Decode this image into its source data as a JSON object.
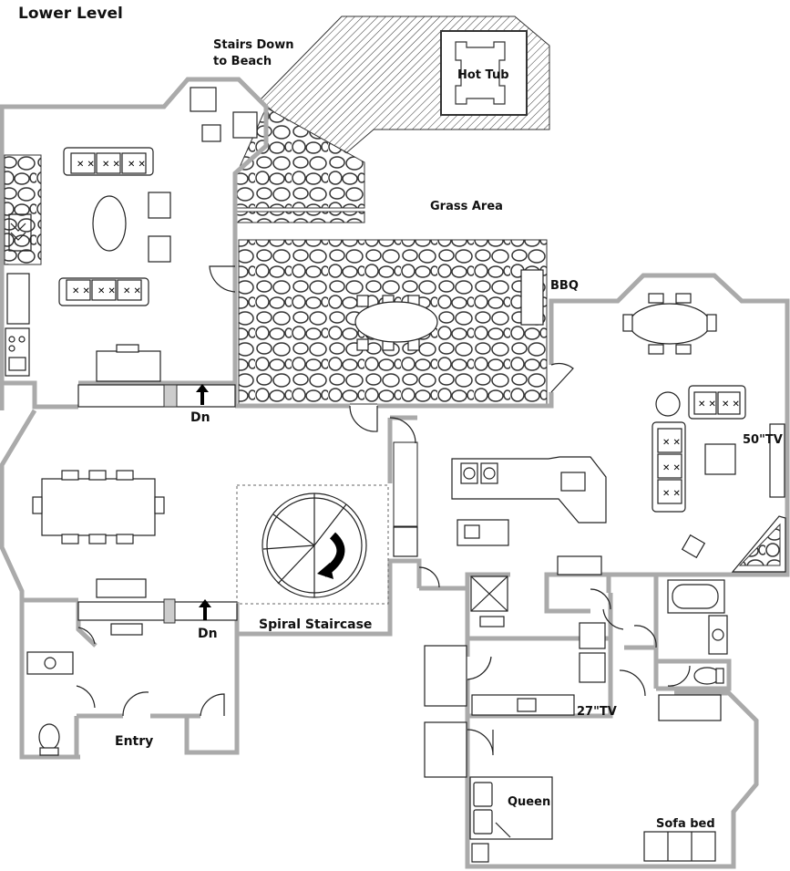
{
  "plan": {
    "title": "Lower Level",
    "stairs_label_line1": "Stairs Down",
    "stairs_label_line2": "to Beach",
    "hot_tub": "Hot Tub",
    "grass_area": "Grass Area",
    "bbq": "BBQ",
    "tv_50": "50\"TV",
    "dn_upper": "Dn",
    "dn_lower": "Dn",
    "spiral_staircase": "Spiral Staircase",
    "tv_27": "27\"TV",
    "entry": "Entry",
    "queen": "Queen",
    "sofa_bed": "Sofa bed"
  },
  "colors": {
    "wall": "#aaaaaa",
    "line": "#222222",
    "background": "#ffffff"
  }
}
